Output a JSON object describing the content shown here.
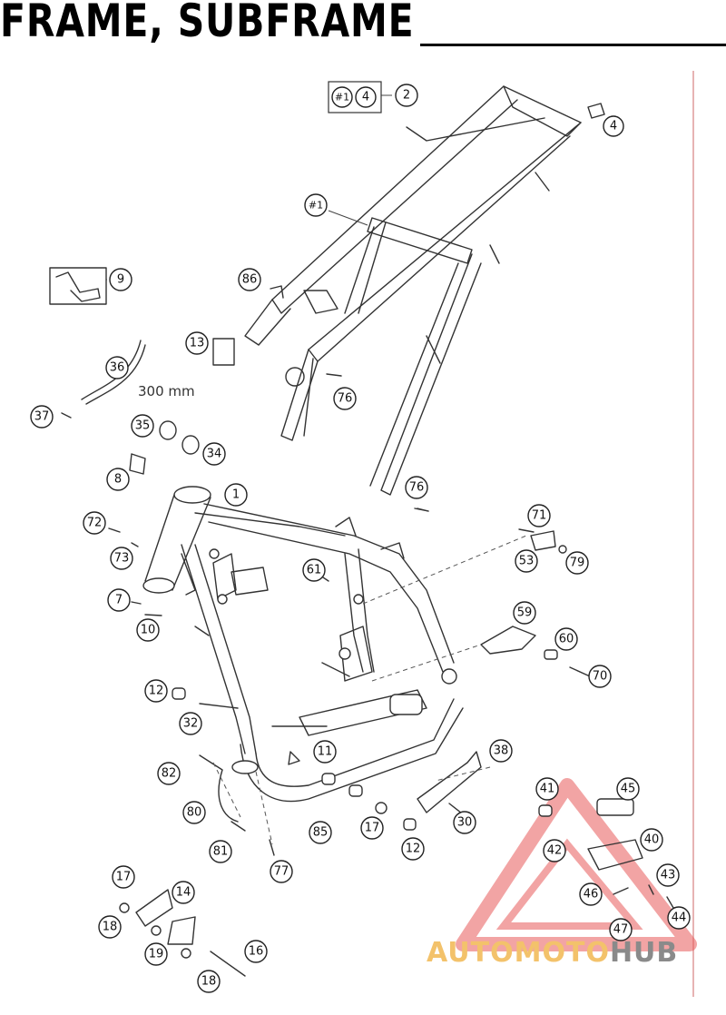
{
  "header": {
    "title": "FRAME, SUBFRAME"
  },
  "callouts": [
    {
      "id": "c-2",
      "label": "2"
    },
    {
      "id": "c-4a",
      "label": "4"
    },
    {
      "id": "c-4b",
      "label": "4"
    },
    {
      "id": "c-h1a",
      "label": "#1"
    },
    {
      "id": "c-h1b",
      "label": "#1"
    },
    {
      "id": "c-9",
      "label": "9"
    },
    {
      "id": "c-86",
      "label": "86"
    },
    {
      "id": "c-13",
      "label": "13"
    },
    {
      "id": "c-36",
      "label": "36"
    },
    {
      "id": "c-76a",
      "label": "76"
    },
    {
      "id": "c-37",
      "label": "37"
    },
    {
      "id": "c-35",
      "label": "35"
    },
    {
      "id": "c-34",
      "label": "34"
    },
    {
      "id": "c-8",
      "label": "8"
    },
    {
      "id": "c-1",
      "label": "1"
    },
    {
      "id": "c-76b",
      "label": "76"
    },
    {
      "id": "c-72",
      "label": "72"
    },
    {
      "id": "c-71",
      "label": "71"
    },
    {
      "id": "c-73",
      "label": "73"
    },
    {
      "id": "c-53",
      "label": "53"
    },
    {
      "id": "c-79",
      "label": "79"
    },
    {
      "id": "c-61",
      "label": "61"
    },
    {
      "id": "c-7",
      "label": "7"
    },
    {
      "id": "c-59",
      "label": "59"
    },
    {
      "id": "c-10",
      "label": "10"
    },
    {
      "id": "c-60",
      "label": "60"
    },
    {
      "id": "c-70",
      "label": "70"
    },
    {
      "id": "c-12a",
      "label": "12"
    },
    {
      "id": "c-32",
      "label": "32"
    },
    {
      "id": "c-11",
      "label": "11"
    },
    {
      "id": "c-38",
      "label": "38"
    },
    {
      "id": "c-82",
      "label": "82"
    },
    {
      "id": "c-41",
      "label": "41"
    },
    {
      "id": "c-45",
      "label": "45"
    },
    {
      "id": "c-80",
      "label": "80"
    },
    {
      "id": "c-85",
      "label": "85"
    },
    {
      "id": "c-17a",
      "label": "17"
    },
    {
      "id": "c-30",
      "label": "30"
    },
    {
      "id": "c-40",
      "label": "40"
    },
    {
      "id": "c-81",
      "label": "81"
    },
    {
      "id": "c-12b",
      "label": "12"
    },
    {
      "id": "c-42",
      "label": "42"
    },
    {
      "id": "c-77",
      "label": "77"
    },
    {
      "id": "c-43",
      "label": "43"
    },
    {
      "id": "c-17b",
      "label": "17"
    },
    {
      "id": "c-14",
      "label": "14"
    },
    {
      "id": "c-46",
      "label": "46"
    },
    {
      "id": "c-18a",
      "label": "18"
    },
    {
      "id": "c-47",
      "label": "47"
    },
    {
      "id": "c-44",
      "label": "44"
    },
    {
      "id": "c-19",
      "label": "19"
    },
    {
      "id": "c-16",
      "label": "16"
    },
    {
      "id": "c-18b",
      "label": "18"
    }
  ],
  "hose_length": "300 mm",
  "watermark": {
    "part1": "AUTOMOTO",
    "part2": "HUB"
  },
  "colors": {
    "rule": "#000000",
    "side_rule": "#e7b3b3",
    "watermark_accent": "#f3c26b",
    "watermark_gray": "#8a8a8a",
    "watermark_triangle": "#e85a5a"
  }
}
